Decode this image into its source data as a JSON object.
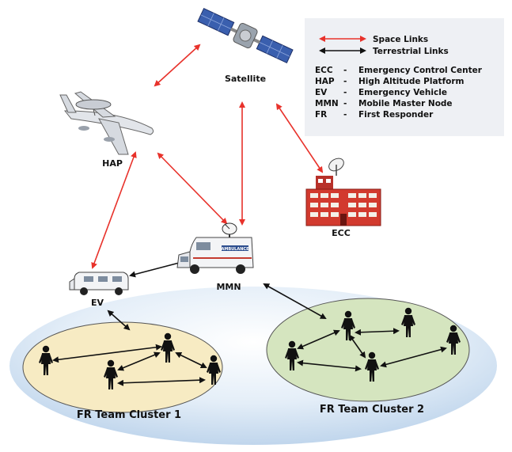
{
  "labels": {
    "satellite": "Satellite",
    "hap": "HAP",
    "ecc": "ECC",
    "mmn": "MMN",
    "ev": "EV",
    "cluster1": "FR Team Cluster 1",
    "cluster2": "FR Team Cluster 2"
  },
  "legend": {
    "space_links": "Space Links",
    "terrestrial_links": "Terrestrial Links",
    "items": [
      {
        "abbr": "ECC",
        "sep": "-",
        "meaning": "Emergency Control Center"
      },
      {
        "abbr": "HAP",
        "sep": "-",
        "meaning": "High Altitude Platform"
      },
      {
        "abbr": "EV",
        "sep": "-",
        "meaning": "Emergency Vehicle"
      },
      {
        "abbr": "MMN",
        "sep": "-",
        "meaning": "Mobile Master Node"
      },
      {
        "abbr": "FR",
        "sep": "-",
        "meaning": "First Responder"
      }
    ]
  },
  "vehicle_text": {
    "ambulance_side": "AMBULANCE"
  },
  "colors": {
    "space_link": "#e8322b",
    "terrestrial_link": "#111111",
    "cluster1_fill": "#f7ebc3",
    "cluster2_fill": "#d5e5bf",
    "ground_fill": "#cfe0f1",
    "building": "#d23a2e",
    "legend_bg": "#eef0f4"
  }
}
